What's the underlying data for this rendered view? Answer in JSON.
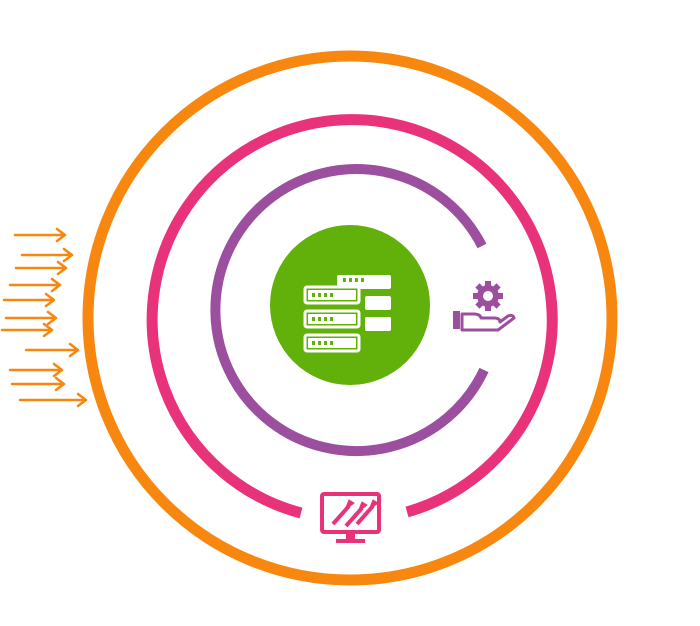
{
  "diagram": {
    "layers": [
      {
        "name": "outer-ring",
        "color": "#F7870F"
      },
      {
        "name": "middle-ring",
        "color": "#E8337A"
      },
      {
        "name": "inner-ring",
        "color": "#9B4F9E"
      }
    ],
    "core": {
      "color": "#62B00A",
      "icon": "server-stack-icon"
    },
    "icons": [
      {
        "name": "hand-gear-icon",
        "color": "#9B4F9E"
      },
      {
        "name": "monitor-attack-icon",
        "color": "#E8337A"
      },
      {
        "name": "incoming-arrows-icon",
        "color": "#F7870F"
      }
    ]
  }
}
